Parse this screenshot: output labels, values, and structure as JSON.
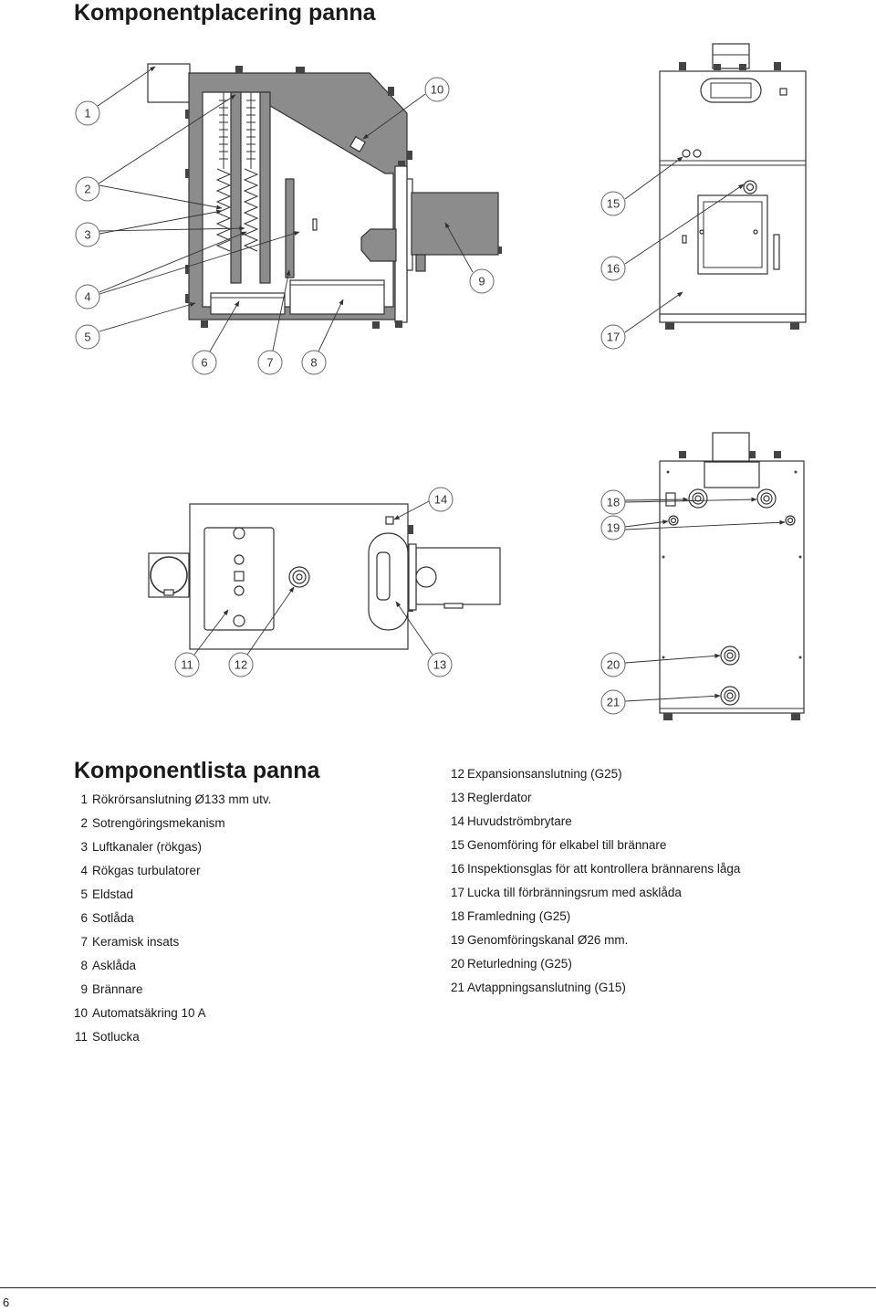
{
  "page": {
    "title": "Komponentplacering panna",
    "page_number": "6"
  },
  "callouts": [
    "1",
    "2",
    "3",
    "4",
    "5",
    "6",
    "7",
    "8",
    "9",
    "10",
    "11",
    "12",
    "13",
    "14",
    "15",
    "16",
    "17",
    "18",
    "19",
    "20",
    "21"
  ],
  "component_list": {
    "heading": "Komponentlista panna",
    "left": [
      {
        "num": "1",
        "label": "Rökrörsanslutning Ø133 mm utv."
      },
      {
        "num": "2",
        "label": "Sotrengöringsmekanism"
      },
      {
        "num": "3",
        "label": "Luftkanaler (rökgas)"
      },
      {
        "num": "4",
        "label": "Rökgas turbulatorer"
      },
      {
        "num": "5",
        "label": "Eldstad"
      },
      {
        "num": "6",
        "label": "Sotlåda"
      },
      {
        "num": "7",
        "label": "Keramisk insats"
      },
      {
        "num": "8",
        "label": "Asklåda"
      },
      {
        "num": "9",
        "label": "Brännare"
      },
      {
        "num": "10",
        "label": "Automatsäkring 10 A"
      },
      {
        "num": "11",
        "label": "Sotlucka"
      }
    ],
    "right": [
      {
        "num": "12",
        "label": "Expansionsanslutning (G25)"
      },
      {
        "num": "13",
        "label": "Reglerdator"
      },
      {
        "num": "14",
        "label": "Huvudströmbrytare"
      },
      {
        "num": "15",
        "label": "Genomföring för elkabel till brännare"
      },
      {
        "num": "16",
        "label": "Inspektionsglas för att kontrollera brännarens låga"
      },
      {
        "num": "17",
        "label": "Lucka till förbränningsrum med asklåda"
      },
      {
        "num": "18",
        "label": "Framledning (G25)"
      },
      {
        "num": "19",
        "label": "Genomföringskanal Ø26 mm."
      },
      {
        "num": "20",
        "label": "Returledning (G25)"
      },
      {
        "num": "21",
        "label": "Avtappningsanslutning (G15)"
      }
    ]
  },
  "colors": {
    "wall_fill": "#8c8c8c",
    "outline": "#333333",
    "text": "#1a1a1a"
  }
}
